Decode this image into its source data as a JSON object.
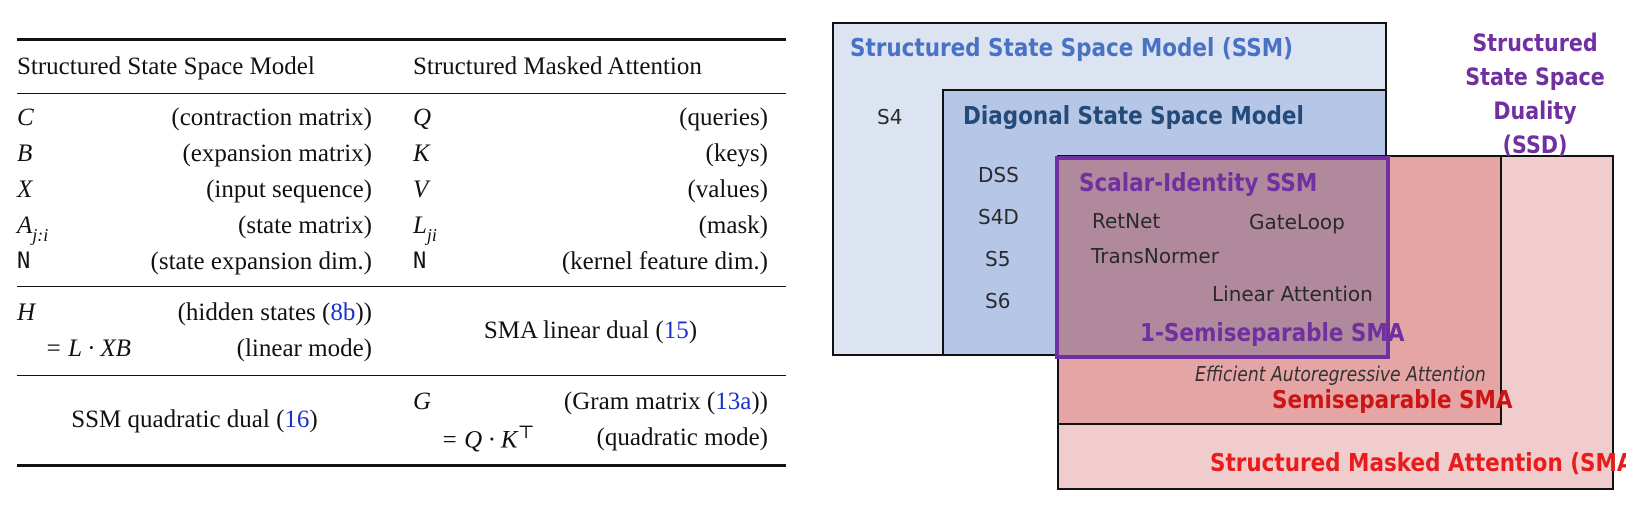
{
  "table": {
    "headers": {
      "left": "Structured State Space Model",
      "right": "Structured Masked Attention"
    },
    "rows": [
      {
        "l_sym": "C",
        "l_sub": "",
        "l_desc": "(contraction matrix)",
        "r_sym": "Q",
        "r_sub": "",
        "r_desc": "(queries)"
      },
      {
        "l_sym": "B",
        "l_sub": "",
        "l_desc": "(expansion matrix)",
        "r_sym": "K",
        "r_sub": "",
        "r_desc": "(keys)"
      },
      {
        "l_sym": "X",
        "l_sub": "",
        "l_desc": "(input sequence)",
        "r_sym": "V",
        "r_sub": "",
        "r_desc": "(values)"
      },
      {
        "l_sym": "A",
        "l_sub": "j:i",
        "l_desc": "(state matrix)",
        "r_sym": "L",
        "r_sub": "ji",
        "r_desc": "(mask)"
      },
      {
        "l_sym": "N",
        "l_sub": "",
        "l_desc": "(state expansion dim.)",
        "r_sym": "N",
        "r_sub": "",
        "r_desc": "(kernel feature dim.)"
      }
    ],
    "linear": {
      "h_sym": "H",
      "h_desc_pre": "(hidden states (",
      "h_ref": "8b",
      "h_desc_post": "))",
      "formula": "= L · XB",
      "mode": "(linear mode)",
      "sma_dual_pre": "SMA linear dual (",
      "sma_dual_ref": "15",
      "sma_dual_post": ")"
    },
    "quadratic": {
      "ssm_dual_pre": "SSM quadratic dual (",
      "ssm_dual_ref": "16",
      "ssm_dual_post": ")",
      "g_sym": "G",
      "g_desc_pre": "(Gram matrix (",
      "g_ref": "13a",
      "g_desc_post": "))",
      "formula": "= Q · K",
      "formula_sup": "⊤",
      "mode": "(quadratic mode)"
    }
  },
  "diagram": {
    "colors": {
      "ssm_fill": "#dce4f2",
      "ssm_text": "#4a72c4",
      "diag_fill": "#b5c6e6",
      "diag_text": "#234a78",
      "sma_fill": "#f0cccc",
      "sma_text": "#e81c1c",
      "semi_fill": "#e6a5a5",
      "semi_text": "#cc1414",
      "scalar_fill": "#b0899c",
      "scalar_border": "#7030a0",
      "scalar_text": "#7030a0",
      "ssd_text": "#7030a0"
    },
    "ssm_label": "Structured State Space Model (SSM)",
    "ssm_item": "S4",
    "diag_label": "Diagonal State Space Model",
    "diag_items": [
      "DSS",
      "S4D",
      "S5",
      "S6"
    ],
    "scalar_label": "Scalar-Identity SSM",
    "scalar_items": {
      "retnet": "RetNet",
      "gateloop": "GateLoop",
      "transnormer": "TransNormer",
      "linear_attention": "Linear Attention"
    },
    "one_semisep_label": "1-Semiseparable SMA",
    "efficient_label": "Efficient Autoregressive Attention",
    "semisep_label": "Semiseparable SMA",
    "sma_label": "Structured Masked Attention (SMA)",
    "ssd_lines": [
      "Structured",
      "State Space",
      "Duality (SSD)"
    ]
  }
}
